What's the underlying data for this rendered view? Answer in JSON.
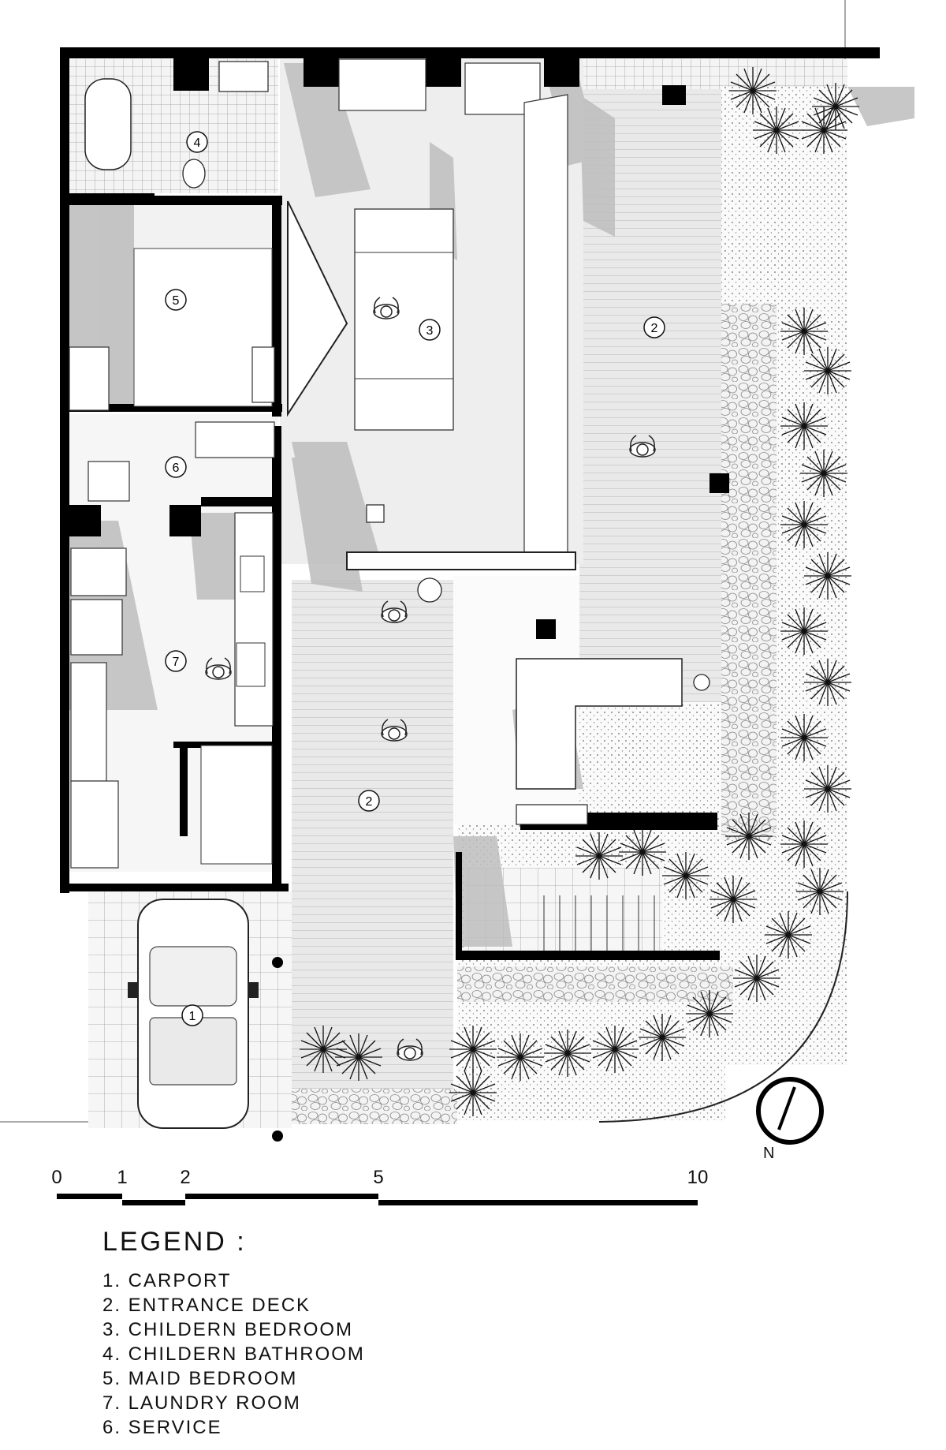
{
  "plan": {
    "room_markers": [
      {
        "number": "1",
        "room": "carport"
      },
      {
        "number": "2",
        "room": "entrance-deck-east"
      },
      {
        "number": "2",
        "room": "entrance-deck-south"
      },
      {
        "number": "3",
        "room": "children-bedroom"
      },
      {
        "number": "4",
        "room": "children-bathroom"
      },
      {
        "number": "5",
        "room": "maid-bedroom"
      },
      {
        "number": "6",
        "room": "service"
      },
      {
        "number": "7",
        "room": "laundry-room"
      }
    ],
    "north_label": "N",
    "scale_bar": {
      "ticks": [
        "0",
        "1",
        "2",
        "5",
        "10"
      ]
    }
  },
  "legend": {
    "title": "LEGEND :",
    "items": [
      "1. CARPORT",
      "2. ENTRANCE DECK",
      "3. CHILDERN BEDROOM",
      "4. CHILDERN BATHROOM",
      "5. MAID BEDROOM",
      "7. LAUNDRY ROOM",
      "6. SERVICE"
    ]
  },
  "colors": {
    "wall": "#000000",
    "shadow": "#bdbdbd",
    "floor": "#efefef",
    "deck": "#e6e6e6",
    "gravel": "#f7f7f7",
    "line": "#333333"
  }
}
